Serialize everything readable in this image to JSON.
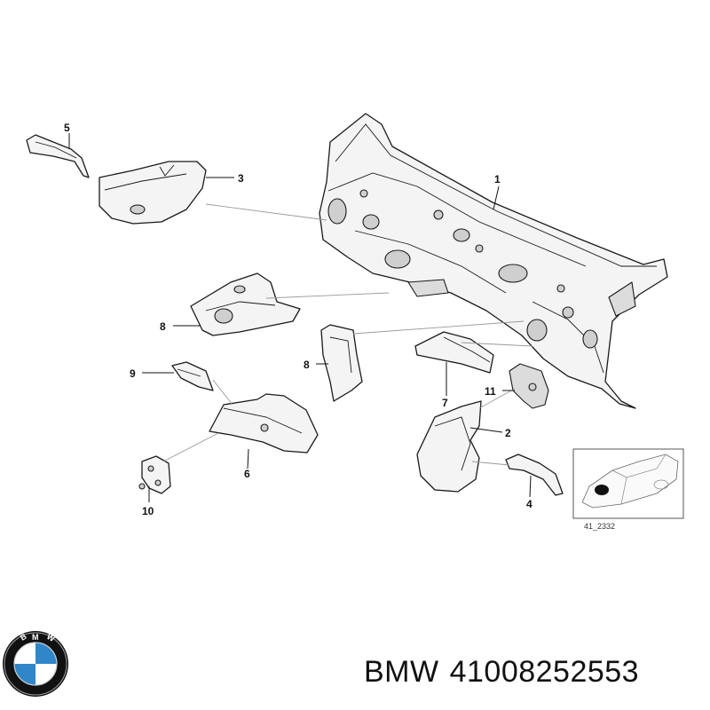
{
  "callouts": [
    "1",
    "2",
    "3",
    "4",
    "5",
    "6",
    "7",
    "8",
    "8",
    "9",
    "10",
    "11"
  ],
  "figure_code": "41_2332",
  "logo": {
    "text": "BMW",
    "colors": {
      "blue": "#2f86c8",
      "white": "#ffffff",
      "black": "#111111"
    }
  },
  "caption": {
    "brand": "BMW",
    "part_number": "41008252553"
  }
}
